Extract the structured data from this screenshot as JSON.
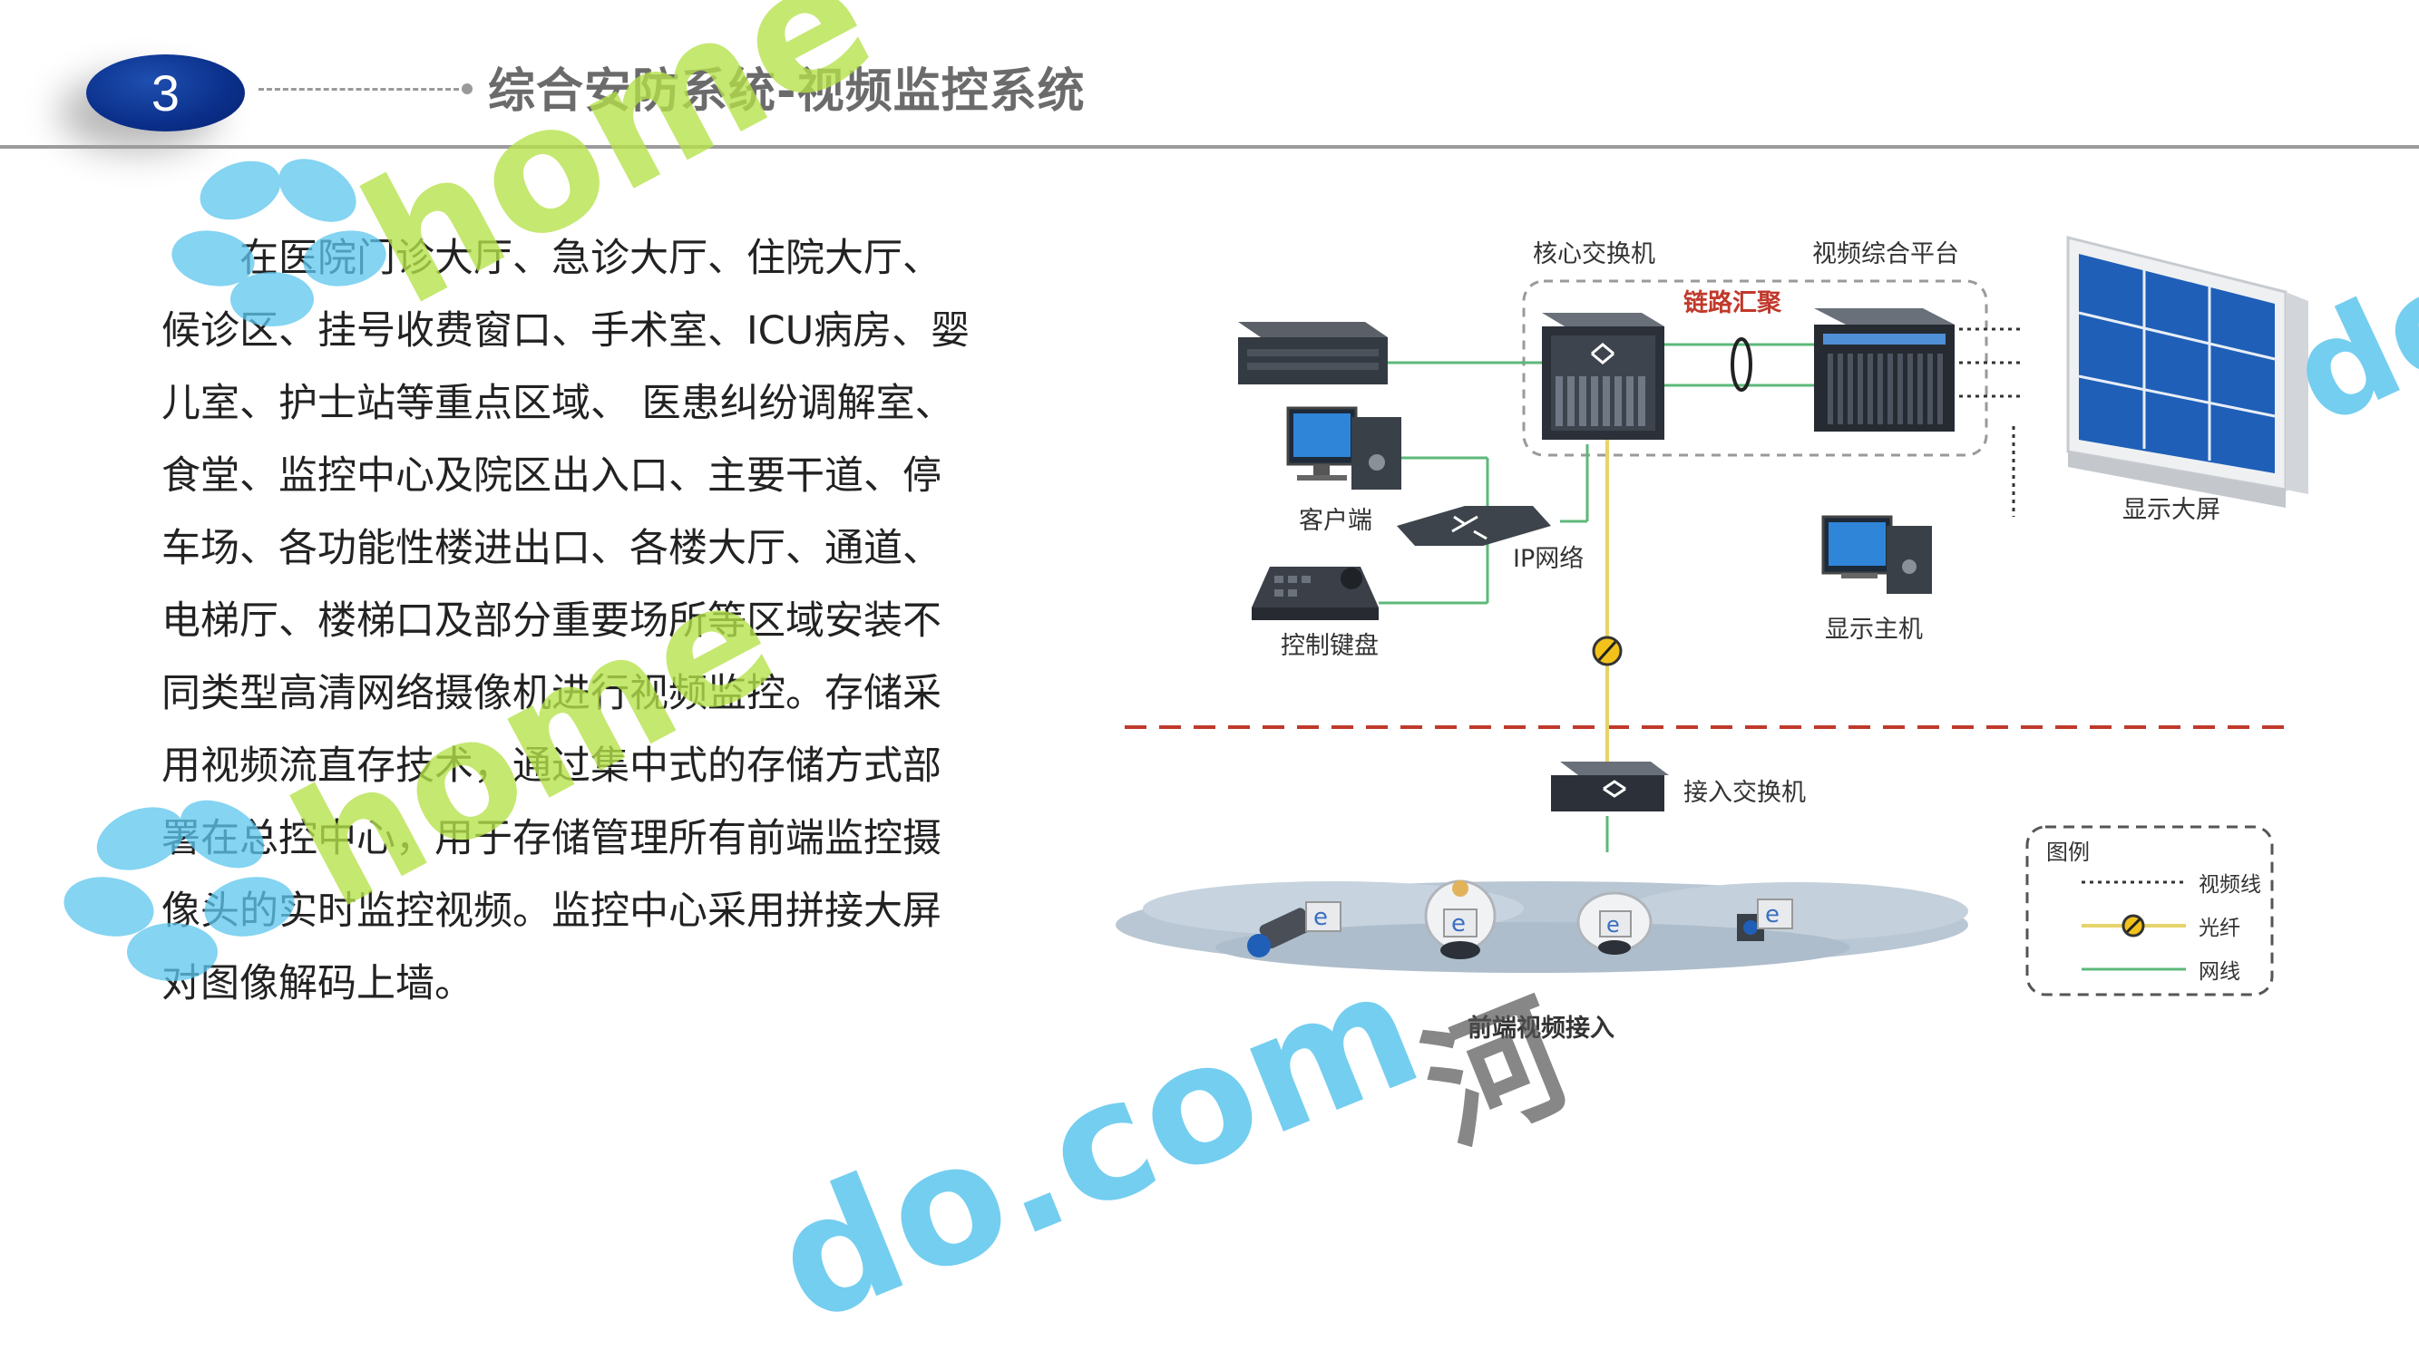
{
  "header": {
    "section_number": "3",
    "title": "综合安防系统-视频监控系统"
  },
  "body": {
    "paragraph": "在医院门诊大厅、急诊大厅、住院大厅、候诊区、挂号收费窗口、手术室、ICU病房、婴儿室、护士站等重点区域、 医患纠纷调解室、食堂、监控中心及院区出入口、主要干道、停车场、各功能性楼进出口、各楼大厅、通道、电梯厅、楼梯口及部分重要场所等区域安装不同类型高清网络摄像机进行视频监控。存储采用视频流直存技术，通过集中式的存储方式部署在总控中心，用于存储管理所有前端监控摄像头的实时监控视频。监控中心采用拼接大屏对图像解码上墙。"
  },
  "diagram": {
    "labels": {
      "core_switch": "核心交换机",
      "video_platform": "视频综合平台",
      "link_aggregation": "链路汇聚",
      "client": "客户端",
      "control_keyboard": "控制键盘",
      "ip_network": "IP网络",
      "display_host": "显示主机",
      "big_screen": "显示大屏",
      "access_switch": "接入交换机",
      "frontend": "前端视频接入"
    },
    "legend": {
      "title": "图例",
      "items": [
        {
          "label": "视频线",
          "style": "dotted",
          "color": "#333333"
        },
        {
          "label": "光纤",
          "style": "fiber",
          "color": "#e6d36a"
        },
        {
          "label": "网线",
          "style": "solid",
          "color": "#5cb87a"
        }
      ]
    }
  },
  "watermark": {
    "text_green": "home",
    "text_blue": "do.com",
    "text_gray": "河"
  },
  "colors": {
    "badge": "#0a2f8a",
    "network_line": "#5cb87a",
    "fiber_line": "#e6d36a",
    "separator": "#c0392b",
    "wm_green": "#b6e24a",
    "wm_blue": "#5cc6ee",
    "screen": "#2a72d0"
  }
}
